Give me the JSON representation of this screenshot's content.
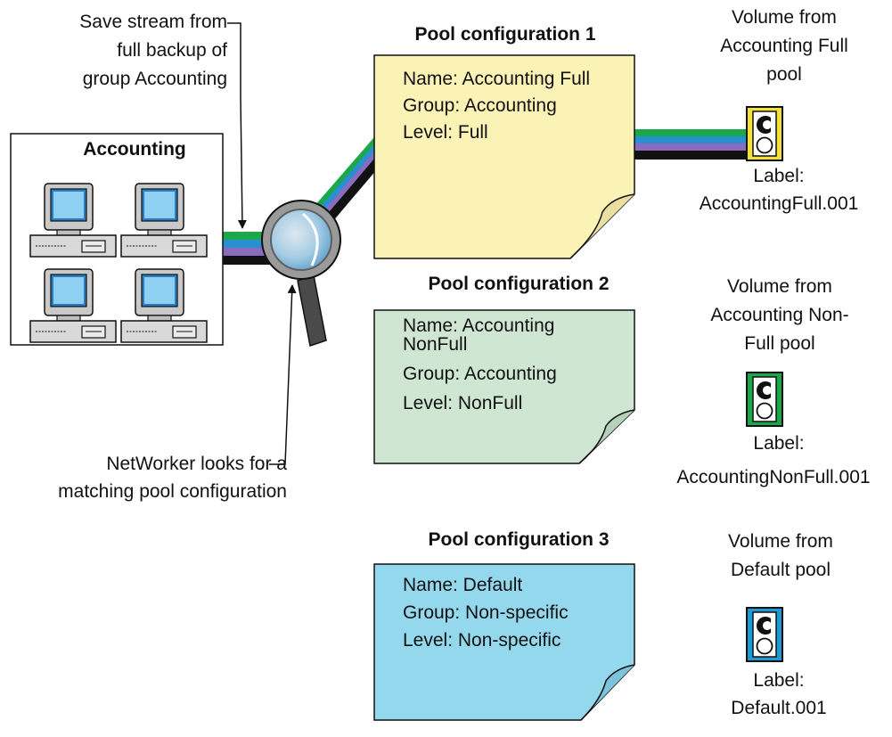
{
  "annotations": {
    "save_stream": [
      "Save stream from",
      "full backup of",
      "group Accounting"
    ],
    "networker": [
      "NetWorker looks for a",
      "matching pool configuration"
    ]
  },
  "group_box": {
    "title": "Accounting"
  },
  "pools": [
    {
      "heading": "Pool configuration 1",
      "lines": [
        "Name: Accounting Full",
        "Group: Accounting",
        "Level:   Full"
      ],
      "color": "#fbf3b6",
      "volume": {
        "caption": [
          "Volume from",
          "Accounting Full",
          "pool"
        ],
        "label": [
          "Label:",
          "AccountingFull.001"
        ],
        "color": "#f3e13a"
      }
    },
    {
      "heading": "Pool configuration 2",
      "lines": [
        "Name: Accounting",
        "NonFull",
        "Group: Accounting",
        "Level:   NonFull"
      ],
      "color": "#cfe6d3",
      "volume": {
        "caption": [
          "Volume from",
          "Accounting Non-",
          "Full pool"
        ],
        "label": [
          "Label:",
          "AccountingNonFull.001"
        ],
        "color": "#1aa84a"
      }
    },
    {
      "heading": "Pool configuration 3",
      "lines": [
        "Name: Default",
        "Group: Non-specific",
        "Level:   Non-specific"
      ],
      "color": "#94d8ee",
      "volume": {
        "caption": [
          "Volume from",
          "Default pool"
        ],
        "label": [
          "Label:",
          "Default.001"
        ],
        "color": "#1e9ad6"
      }
    }
  ],
  "stream_colors": [
    "#1aa84a",
    "#2a8fd1",
    "#8a6bbf",
    "#111111"
  ]
}
